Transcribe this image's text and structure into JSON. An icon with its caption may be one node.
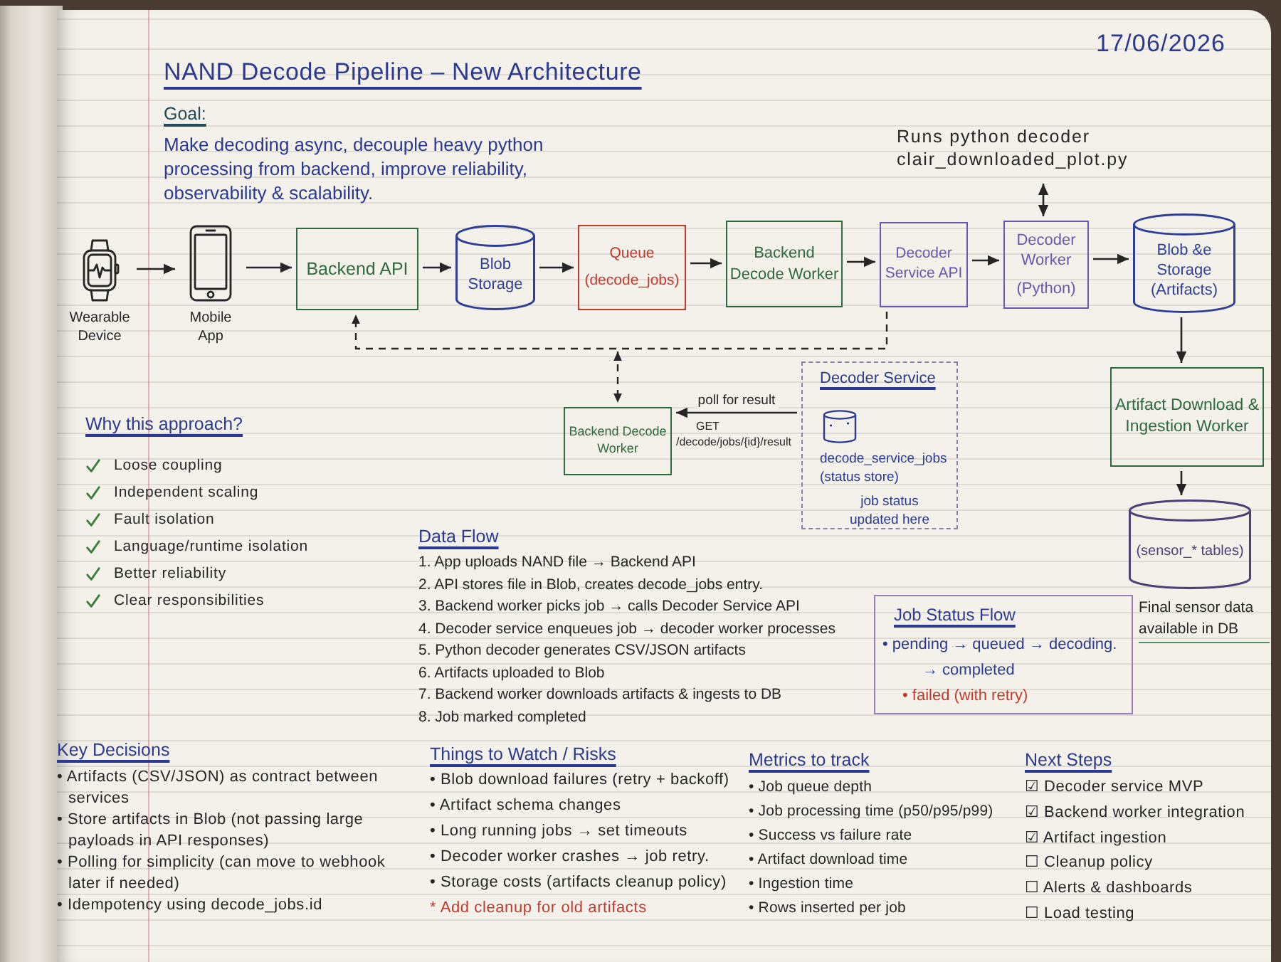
{
  "diagram": {
    "title": "NAND Decode Pipeline – New Architecture",
    "nodes": [
      {
        "text": [
          "Runs python decoder clair_downloaded_plot.py"
        ]
      },
      {
        "text": [
          "Wearable Device"
        ]
      },
      {
        "text": [
          "Mobile App"
        ]
      },
      {
        "text": [
          "Backend API"
        ]
      },
      {
        "text": [
          "Blob Storage"
        ]
      },
      {
        "text": [
          "Queue",
          "(decode_jobs)"
        ]
      },
      {
        "text": [
          "Backend Decode Worker"
        ]
      },
      {
        "text": [
          "Decoder Service API"
        ]
      },
      {
        "text": [
          "Decoder Worker",
          "(Python)"
        ]
      },
      {
        "text": [
          "Blob &e Storage (Artifacts)"
        ]
      },
      {
        "text": [
          "Backend Decode Worker"
        ]
      },
      {
        "text": [
          "Decoder Service",
          "decode_service_jobs (status store)",
          "job status updated here"
        ]
      },
      {
        "text": [
          "Artifact Download & Ingestion Worker"
        ]
      },
      {
        "text": [
          "(sensor_* tables)"
        ],
        "beside": [
          "Final sensor data available in DB"
        ]
      },
      {
        "text": [
          "Job Status Flow",
          "• pending → queued → decoding. → completed",
          "• failed (with retry)"
        ]
      }
    ],
    "edges": [
      {
        "from": 1,
        "to": 2,
        "arrow": "to"
      },
      {
        "from": 2,
        "to": 3,
        "arrow": "to"
      },
      {
        "from": 3,
        "to": 4,
        "arrow": "to"
      },
      {
        "from": 4,
        "to": 5,
        "arrow": "to"
      },
      {
        "from": 5,
        "to": 6,
        "arrow": "to"
      },
      {
        "from": 6,
        "to": 7,
        "arrow": "to"
      },
      {
        "from": 7,
        "to": 8,
        "arrow": "to"
      },
      {
        "from": 8,
        "to": 9,
        "arrow": "to"
      },
      {
        "from": 8,
        "to": 0,
        "arrow": "both"
      },
      {
        "from": 9,
        "to": 12,
        "arrow": "to"
      },
      {
        "from": 12,
        "to": 13,
        "arrow": "to"
      },
      {
        "from": 7,
        "to": 3,
        "arrow": "to",
        "style": "dashed"
      },
      {
        "from": null,
        "to": 10,
        "arrow": "both",
        "style": "dashed"
      },
      {
        "from": 11,
        "to": 10,
        "arrow": "to",
        "label": "poll for result"
      }
    ],
    "labels": [
      "17/06/2026",
      "Goal:",
      "Make decoding async, decouple heavy python processing from backend, improve reliability, observability & scalability.",
      "GET /decode/jobs/{id}/result",
      "Why this approach?",
      "Loose coupling",
      "Independent scaling",
      "Fault isolation",
      "Language/runtime isolation",
      "Better reliability",
      "Clear responsibilities",
      "Data Flow",
      "1. App uploads NAND file → Backend API",
      "2. API stores file in Blob, creates decode_jobs entry.",
      "3. Backend worker picks job → calls Decoder Service API",
      "4. Decoder service enqueues job → decoder worker processes",
      "5. Python decoder generates CSV/JSON artifacts",
      "6. Artifacts uploaded to Blob",
      "7. Backend worker downloads artifacts & ingests to DB",
      "8. Job marked completed",
      "Key Decisions",
      "• Artifacts (CSV/JSON) as contract between services",
      "• Store artifacts in Blob (not passing large payloads in API responses)",
      "• Polling for simplicity (can move to webhook later if needed)",
      "• Idempotency using decode_jobs.id",
      "Things to Watch / Risks",
      "• Blob download failures (retry + backoff)",
      "• Artifact schema changes",
      "• Long running jobs → set timeouts",
      "• Decoder worker crashes → job retry.",
      "• Storage costs (artifacts cleanup policy)",
      "* Add cleanup for old artifacts",
      "Metrics to track",
      "• Job queue depth",
      "• Job processing time (p50/p95/p99)",
      "• Success vs failure rate",
      "• Artifact download time",
      "• Ingestion time",
      "• Rows inserted per job",
      "Next Steps",
      "☑ Decoder service MVP",
      "☑ Backend worker integration",
      "☑ Artifact ingestion",
      "☐ Cleanup policy",
      "☐ Alerts & dashboards",
      "☐ Load testing"
    ]
  }
}
